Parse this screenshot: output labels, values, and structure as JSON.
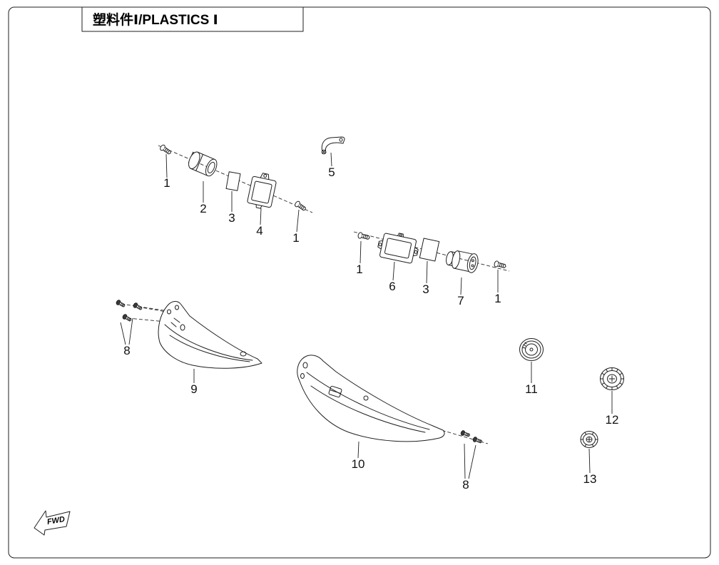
{
  "page": {
    "title": "塑料件Ⅰ/PLASTICS Ⅰ"
  },
  "colors": {
    "background": "#ffffff",
    "line": "#1f1f1f"
  },
  "diagram": {
    "fwd_label": "FWD",
    "callouts": [
      {
        "label": "1"
      },
      {
        "label": "2"
      },
      {
        "label": "3"
      },
      {
        "label": "4"
      },
      {
        "label": "1"
      },
      {
        "label": "5"
      },
      {
        "label": "1"
      },
      {
        "label": "6"
      },
      {
        "label": "3"
      },
      {
        "label": "7"
      },
      {
        "label": "1"
      },
      {
        "label": "8"
      },
      {
        "label": "9"
      },
      {
        "label": "10"
      },
      {
        "label": "8"
      },
      {
        "label": "11"
      },
      {
        "label": "12"
      },
      {
        "label": "13"
      }
    ]
  }
}
